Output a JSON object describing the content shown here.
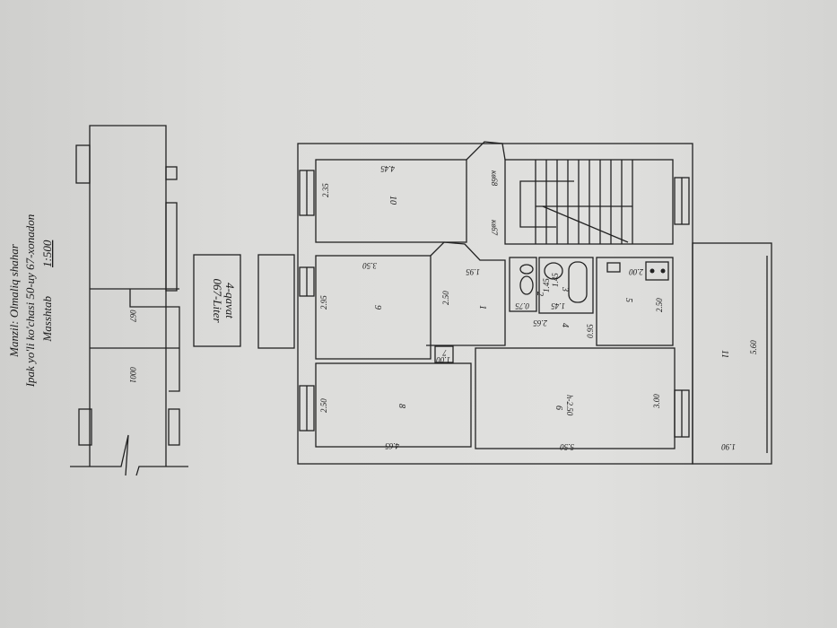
{
  "header": {
    "address_line1": "Manzil: Olmaliq shahar",
    "address_line2": "Ipak yo'li ko'chasi 50-uy 67-xonadon",
    "scale_label": "Masshtab",
    "scale_value": "1:500"
  },
  "site_plan": {
    "building_label": "067",
    "neighbor_label": "0001",
    "liter_label": "067-Liter",
    "floor_label": "4-qavat"
  },
  "floor_plan": {
    "apartments": {
      "left": "кв67",
      "right": "кв68"
    },
    "rooms": [
      {
        "number": "1",
        "dims": [
          "1.95",
          "2.50"
        ]
      },
      {
        "number": "2",
        "dims": [
          "0.75",
          "1.45"
        ]
      },
      {
        "number": "3",
        "dims": [
          "1.45",
          "1.45"
        ]
      },
      {
        "number": "4",
        "dims": [
          "2.65",
          "0.95"
        ]
      },
      {
        "number": "5",
        "dims": [
          "2.00",
          "2.50"
        ]
      },
      {
        "number": "6",
        "dims": [
          "5.50",
          "3.00"
        ],
        "height": "h-2.50"
      },
      {
        "number": "7",
        "dims": [
          "1.00"
        ]
      },
      {
        "number": "8",
        "dims": [
          "4.65",
          "2.50"
        ]
      },
      {
        "number": "9",
        "dims": [
          "3.50",
          "2.95"
        ]
      },
      {
        "number": "10",
        "dims": [
          "4.45",
          "2.35"
        ]
      },
      {
        "number": "11",
        "dims": [
          "1.90",
          "5.60"
        ]
      }
    ]
  }
}
